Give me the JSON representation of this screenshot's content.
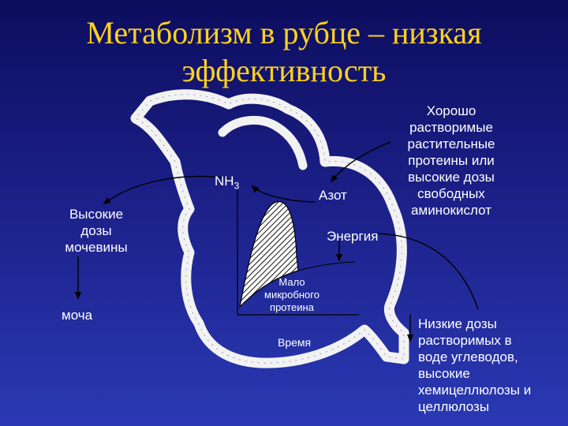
{
  "slide": {
    "title_line1": "Метаболизм в рубце – низкая",
    "title_line2": "эффективность"
  },
  "labels": {
    "nh3": "NH",
    "nh3_sub": "3",
    "azot": "Азот",
    "energy": "Энергия",
    "high_urea": [
      "Высокие",
      "дозы",
      "мочевины"
    ],
    "urine": "моча",
    "soluble_protein": [
      "Хорошо",
      "растворимые",
      "растительные",
      "протеины или",
      "высокие дозы",
      "свободных",
      "аминокислот"
    ],
    "low_carbs": [
      "Низкие дозы",
      "растворимых в",
      "воде углеводов,",
      "высокие",
      "хемицеллюлозы и",
      "целлюлозы"
    ],
    "little_protein": [
      "Мало",
      "микробного",
      "протеина"
    ],
    "time": "Время"
  },
  "colors": {
    "title": "#ffd21f",
    "text": "#ffffff",
    "rumen_outline": "#ffffff",
    "arrows": "#000000"
  }
}
